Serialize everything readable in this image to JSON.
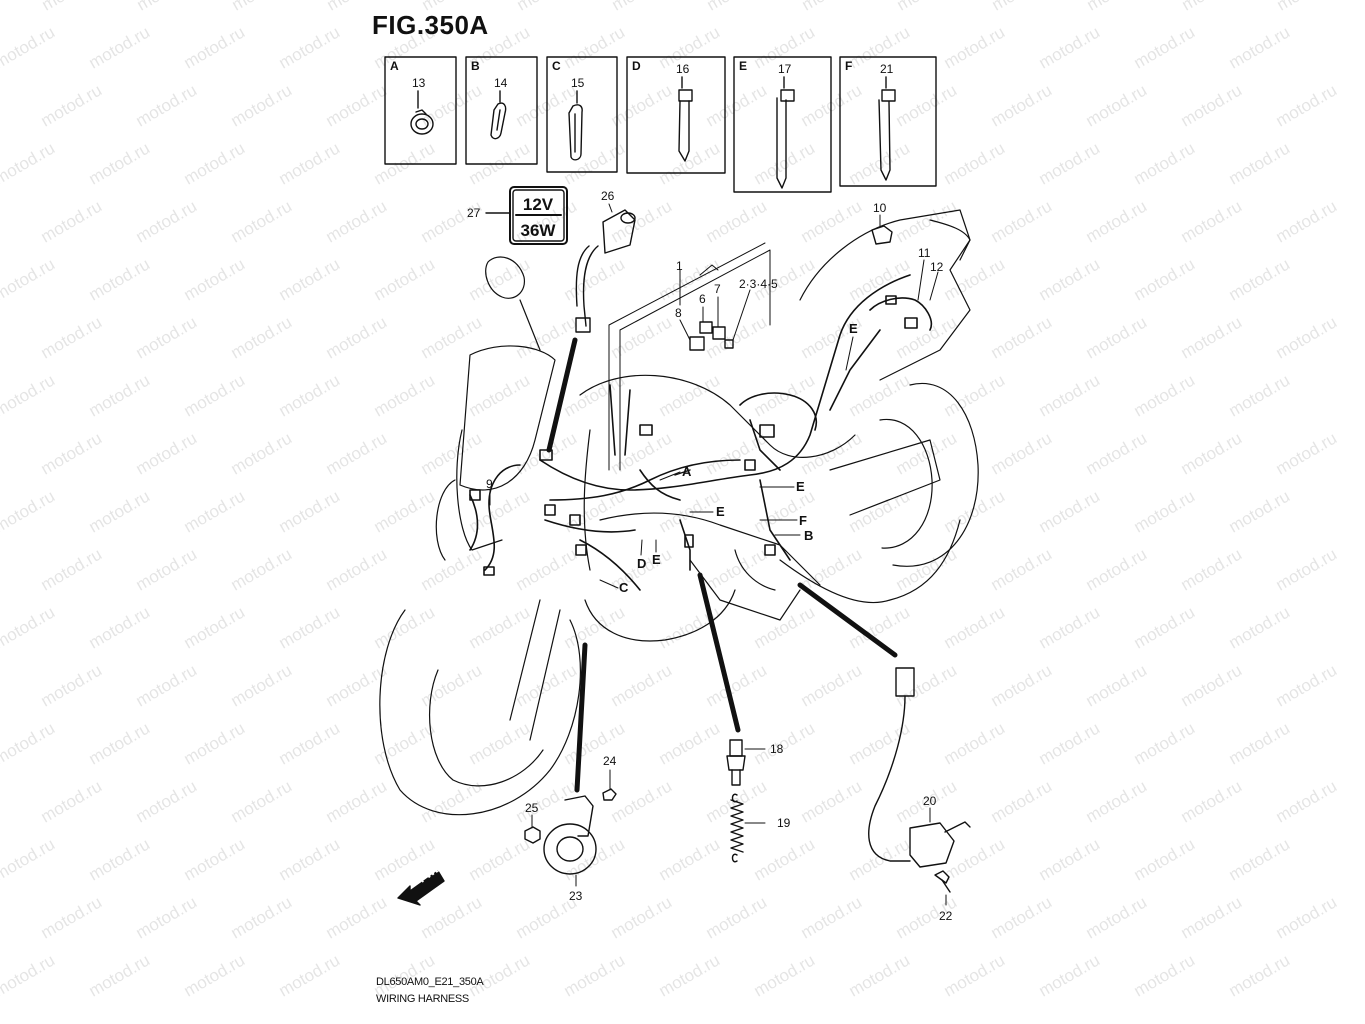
{
  "figure": {
    "title": "FIG.350A",
    "code": "DL650AM0_E21_350A",
    "name": "WIRING HARNESS"
  },
  "watermark": "motod.ru",
  "insets": [
    {
      "letter": "A",
      "part": "13"
    },
    {
      "letter": "B",
      "part": "14"
    },
    {
      "letter": "C",
      "part": "15"
    },
    {
      "letter": "D",
      "part": "16"
    },
    {
      "letter": "E",
      "part": "17"
    },
    {
      "letter": "F",
      "part": "21"
    }
  ],
  "bulb_label": {
    "top": "12V",
    "bottom": "36W",
    "part": "27"
  },
  "callouts": {
    "p1": "1",
    "p2345": "2·3·4·5",
    "p6": "6",
    "p7": "7",
    "p8": "8",
    "p9": "9",
    "p10": "10",
    "p11": "11",
    "p12": "12",
    "p18": "18",
    "p19": "19",
    "p20": "20",
    "p22": "22",
    "p23": "23",
    "p24": "24",
    "p25": "25",
    "p26": "26"
  },
  "clamp_marks": {
    "a": "A",
    "b": "B",
    "c": "C",
    "d": "D",
    "e": "E",
    "f": "F"
  },
  "fwd_label": "FWD"
}
